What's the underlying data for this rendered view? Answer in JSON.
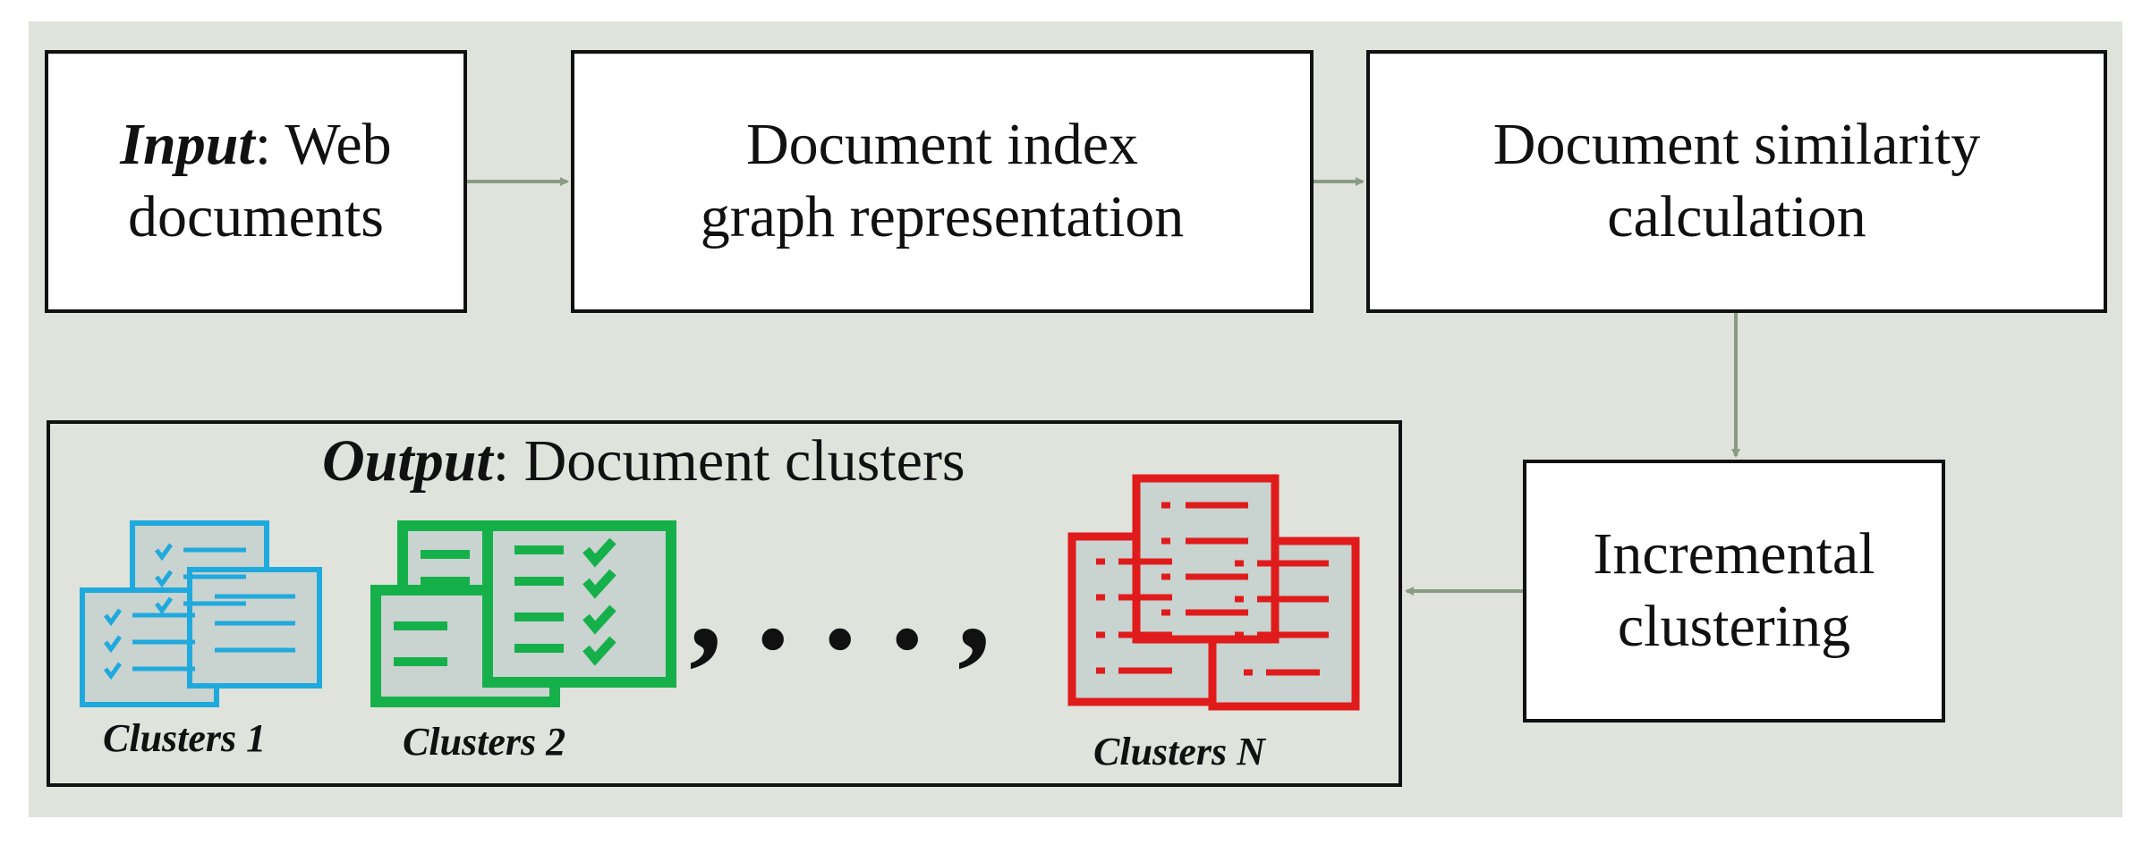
{
  "boxes": {
    "input": {
      "label_bold": "Input",
      "label_rest": ": Web",
      "line2": "documents"
    },
    "index": {
      "line1": "Document index",
      "line2": "graph representation"
    },
    "similarity": {
      "line1": "Document similarity",
      "line2": "calculation"
    },
    "incremental": {
      "line1": "Incremental",
      "line2": "clustering"
    }
  },
  "output": {
    "title_bold": "Output",
    "title_rest": ": Document clusters"
  },
  "clusters": [
    {
      "label": "Clusters 1",
      "color": "#1fa9dd"
    },
    {
      "label": "Clusters 2",
      "color": "#15b04a"
    },
    {
      "label": "Clusters N",
      "color": "#e01b1b"
    }
  ],
  "ellipsis": ", . . . ,",
  "colors": {
    "arrow": "#8a9a84",
    "background": "#dfe3dc"
  }
}
